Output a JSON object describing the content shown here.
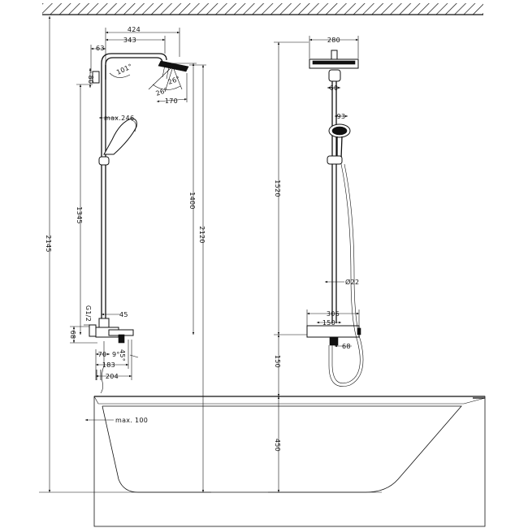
{
  "dimensions": {
    "d424": "424",
    "d343": "343",
    "d63": "63",
    "d101": "101°",
    "d80": "80",
    "d26a": "26°",
    "d26b": "26°",
    "d170": "170",
    "dmax246": "max.246",
    "d1345": "1345",
    "d1400": "1400",
    "d2120": "2120",
    "d2145": "2145",
    "dG12": "G1/2",
    "d45a": "45",
    "d68a": "68",
    "d70": "70",
    "d9": "9°",
    "d45b": "45°",
    "d183": "183",
    "d204": "204",
    "d280": "280",
    "d60": "60",
    "d93": "93",
    "d1520": "1520",
    "d22": "Ø22",
    "d306": "306",
    "d150a": "150",
    "d150b": "150",
    "d68b": "68",
    "d450": "450",
    "dmax100": "max. 100"
  }
}
